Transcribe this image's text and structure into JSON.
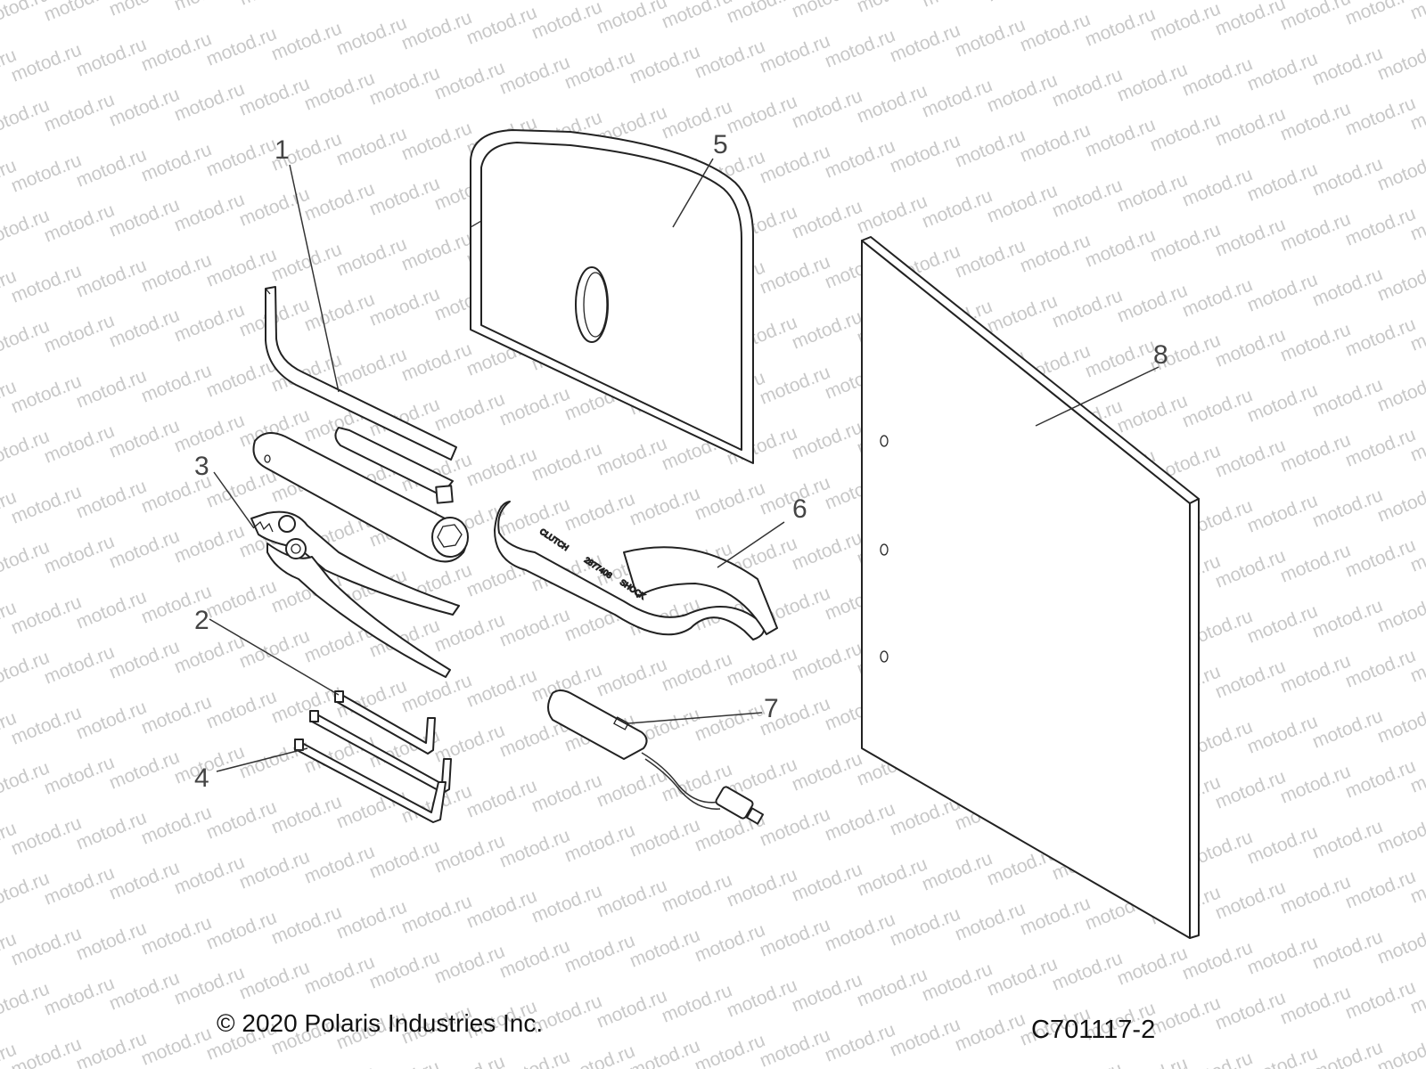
{
  "watermark": {
    "text": "motod.ru"
  },
  "callouts": [
    {
      "id": "1",
      "label": "1"
    },
    {
      "id": "2",
      "label": "2"
    },
    {
      "id": "3",
      "label": "3"
    },
    {
      "id": "4",
      "label": "4"
    },
    {
      "id": "5",
      "label": "5"
    },
    {
      "id": "6",
      "label": "6"
    },
    {
      "id": "7",
      "label": "7"
    },
    {
      "id": "8",
      "label": "8"
    }
  ],
  "spanner_text": {
    "clutch": "CLUTCH",
    "part_no": "2877408",
    "shock": "SHOCK"
  },
  "footer": {
    "copyright": "© 2020 Polaris Industries Inc.",
    "drawing_code": "C701117-2"
  }
}
